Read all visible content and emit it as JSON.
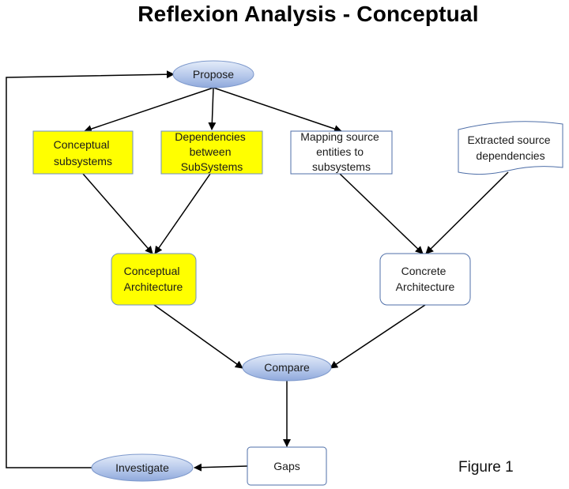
{
  "title": "Reflexion Analysis - Conceptual",
  "figure_label": "Figure 1",
  "colors": {
    "yellow_fill": "#FFFF00",
    "ellipse_fill_top": "#dce6f7",
    "ellipse_fill_bottom": "#8eaadb",
    "ellipse_stroke": "#6f8fc4",
    "box_stroke": "#4f6fa8",
    "arrow": "#000000"
  },
  "nodes": {
    "propose": {
      "label": "Propose"
    },
    "conceptual_subsystems": {
      "lines": [
        "Conceptual",
        "subsystems"
      ]
    },
    "dependencies_between": {
      "lines": [
        "Dependencies",
        "between",
        "SubSystems"
      ]
    },
    "mapping_source": {
      "lines": [
        "Mapping source",
        "entities to",
        "subsystems"
      ]
    },
    "extracted_source": {
      "lines": [
        "Extracted source",
        "dependencies"
      ]
    },
    "conceptual_architecture": {
      "lines": [
        "Conceptual",
        "Architecture"
      ]
    },
    "concrete_architecture": {
      "lines": [
        "Concrete",
        "Architecture"
      ]
    },
    "compare": {
      "label": "Compare"
    },
    "gaps": {
      "label": "Gaps"
    },
    "investigate": {
      "label": "Investigate"
    }
  }
}
